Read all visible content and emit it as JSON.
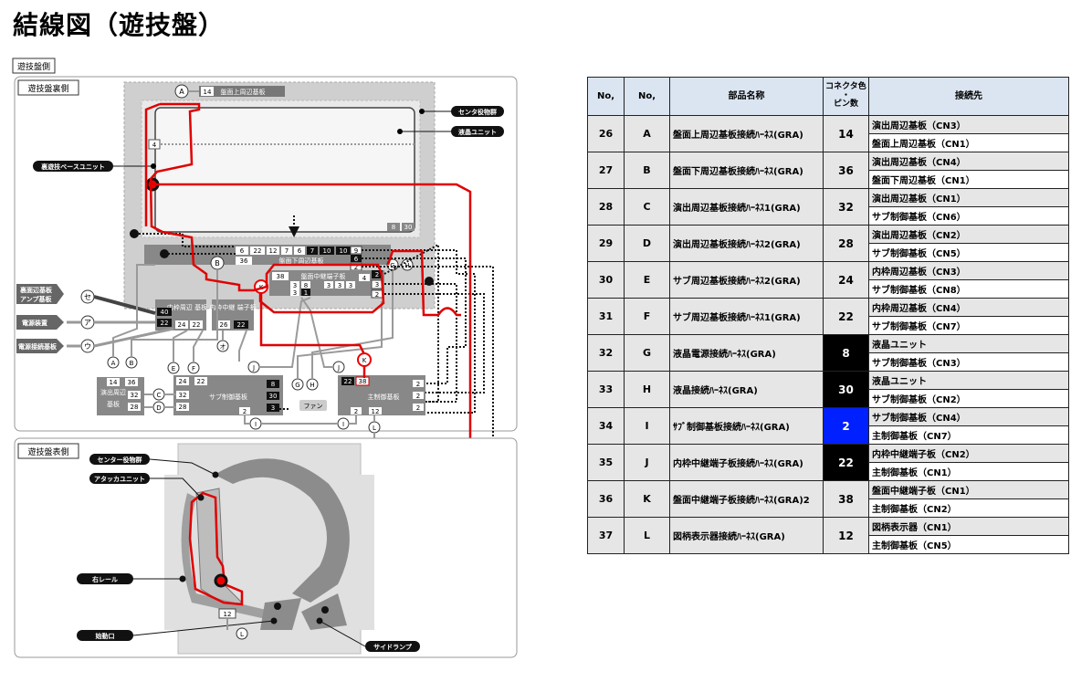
{
  "page": {
    "title": "結線図（遊技盤）"
  },
  "diagram": {
    "section_label": "遊技盤側",
    "back_label": "遊技盤裏側",
    "front_label": "遊技盤表側",
    "callouts": {
      "center_deco": "センタ役物群",
      "lcd_unit": "液晶ユニット",
      "base_unit": "裏遊技ベースユニット",
      "front_amp": "裏面辺基板\nアンプ基板",
      "power_device": "電源装置",
      "power_relay": "電源接続基板",
      "center_deco_front": "センター役物群",
      "attacker": "アタッカユニット",
      "right_rail": "右レール",
      "out_port": "始動口",
      "side_lamp": "サイドランプ"
    },
    "boards": {
      "upper": "盤面上周辺基板",
      "lower": "盤面下周辺基板",
      "relay_mid": "盤面中継端子板",
      "inner_frame": "内枠周辺\n基板",
      "inner_relay": "内枠中継\n端子板",
      "effect": "演出周辺\n基板",
      "sub": "サブ制御基板",
      "main": "主制御基板",
      "fan": "ファン"
    },
    "letters": {
      "A": "A",
      "B": "B",
      "C": "C",
      "D": "D",
      "E": "E",
      "F": "F",
      "G": "G",
      "H": "H",
      "I": "I",
      "J": "J",
      "K": "K",
      "L": "L",
      "se": "セ",
      "a": "ア",
      "u": "ウ",
      "o": "オ"
    },
    "numbers": {
      "n14": "14",
      "n4": "4",
      "n6": "6",
      "n22": "22",
      "n12": "12",
      "n7": "7",
      "n10": "10",
      "n36": "36",
      "n9": "9",
      "n2": "2",
      "n38": "38",
      "n3": "3",
      "n1": "1",
      "n8": "8",
      "n30": "30",
      "n40": "40",
      "n24": "24",
      "n26": "26",
      "n32": "32",
      "n28": "28"
    }
  },
  "table": {
    "headers": {
      "no": "No,",
      "no2": "No,",
      "part": "部品名称",
      "pins": "コネクタ色\n・\nピン数",
      "dest": "接続先"
    },
    "rows": [
      {
        "no": "26",
        "id": "A",
        "name": "盤面上周辺基板接続ﾊｰﾈｽ(GRA)",
        "pins": "14",
        "pin_style": "",
        "dest1": "演出周辺基板（CN3）",
        "dest2": "盤面上周辺基板（CN1）"
      },
      {
        "no": "27",
        "id": "B",
        "name": "盤面下周辺基板接続ﾊｰﾈｽ(GRA)",
        "pins": "36",
        "pin_style": "",
        "dest1": "演出周辺基板（CN4）",
        "dest2": "盤面下周辺基板（CN1）"
      },
      {
        "no": "28",
        "id": "C",
        "name": "演出周辺基板接続ﾊｰﾈｽ1(GRA)",
        "pins": "32",
        "pin_style": "",
        "dest1": "演出周辺基板（CN1）",
        "dest2": "サブ制御基板（CN6）"
      },
      {
        "no": "29",
        "id": "D",
        "name": "演出周辺基板接続ﾊｰﾈｽ2(GRA)",
        "pins": "28",
        "pin_style": "",
        "dest1": "演出周辺基板（CN2）",
        "dest2": "サブ制御基板（CN5）"
      },
      {
        "no": "30",
        "id": "E",
        "name": "サブ周辺基板接続ﾊｰﾈｽ2(GRA)",
        "pins": "24",
        "pin_style": "",
        "dest1": "内枠周辺基板（CN3）",
        "dest2": "サブ制御基板（CN8）"
      },
      {
        "no": "31",
        "id": "F",
        "name": "サブ周辺基板接続ﾊｰﾈｽ1(GRA)",
        "pins": "22",
        "pin_style": "",
        "dest1": "内枠周辺基板（CN4）",
        "dest2": "サブ制御基板（CN7）"
      },
      {
        "no": "32",
        "id": "G",
        "name": "液晶電源接続ﾊｰﾈｽ(GRA)",
        "pins": "8",
        "pin_style": "black",
        "dest1": "液晶ユニット",
        "dest2": "サブ制御基板（CN3）"
      },
      {
        "no": "33",
        "id": "H",
        "name": "液晶接続ﾊｰﾈｽ(GRA)",
        "pins": "30",
        "pin_style": "black",
        "dest1": "液晶ユニット",
        "dest2": "サブ制御基板（CN2）"
      },
      {
        "no": "34",
        "id": "I",
        "name": "ｻﾌﾞ制御基板接続ﾊｰﾈｽ(GRA)",
        "pins": "2",
        "pin_style": "blue",
        "dest1": "サブ制御基板（CN4）",
        "dest2": "主制御基板（CN7）"
      },
      {
        "no": "35",
        "id": "J",
        "name": "内枠中継端子板接続ﾊｰﾈｽ(GRA)",
        "pins": "22",
        "pin_style": "black",
        "dest1": "内枠中継端子板（CN2）",
        "dest2": "主制御基板（CN1）"
      },
      {
        "no": "36",
        "id": "K",
        "name": "盤面中継端子板接続ﾊｰﾈｽ(GRA)2",
        "pins": "38",
        "pin_style": "",
        "dest1": "盤面中継端子板（CN1）",
        "dest2": "主制御基板（CN2）"
      },
      {
        "no": "37",
        "id": "L",
        "name": "図柄表示器接続ﾊｰﾈｽ(GRA)",
        "pins": "12",
        "pin_style": "",
        "dest1": "図柄表示器（CN1）",
        "dest2": "主制御基板（CN5）"
      }
    ]
  },
  "colors": {
    "red": "#e00000",
    "dark": "#5a5a5a",
    "mid": "#9a9a9a",
    "light": "#d4d4d4",
    "header": "#dbe5f1",
    "blue": "#0020ff"
  }
}
